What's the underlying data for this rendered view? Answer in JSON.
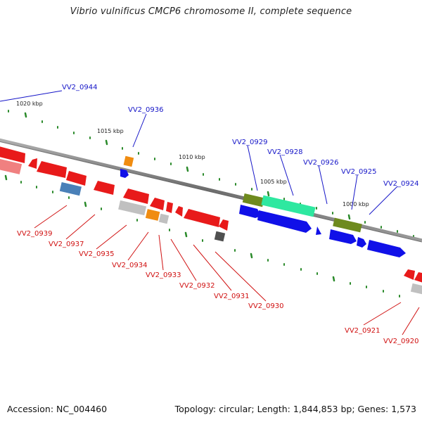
{
  "title": "Vibrio vulnificus CMCP6 chromosome II, complete sequence",
  "footer": {
    "accession": "Accession: NC_004460",
    "summary": "Topology: circular; Length: 1,844,853 bp; Genes: 1,573"
  },
  "colors": {
    "forward_label": "#1515c8",
    "reverse_label": "#d01010",
    "backbone": "#7a7a7a",
    "tick": "#2a8a2a"
  },
  "kbp_markers": [
    "1020 kbp",
    "1015 kbp",
    "1010 kbp",
    "1005 kbp",
    "1000 kbp"
  ],
  "genes_forward": [
    "VV2_0944",
    "VV2_0936",
    "VV2_0929",
    "VV2_0928",
    "VV2_0926",
    "VV2_0925",
    "VV2_0924"
  ],
  "genes_reverse": [
    "VV2_0939",
    "VV2_0937",
    "VV2_0935",
    "VV2_0934",
    "VV2_0933",
    "VV2_0932",
    "VV2_0931",
    "VV2_0930",
    "VV2_0921",
    "VV2_0920"
  ]
}
